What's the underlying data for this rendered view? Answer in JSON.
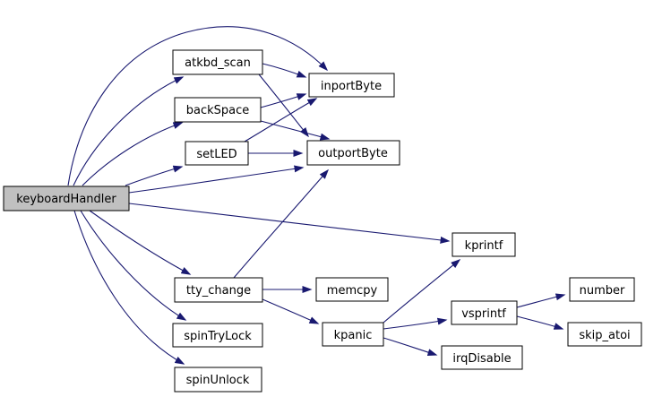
{
  "diagram": {
    "type": "call-graph",
    "root": "keyboardHandler",
    "colors": {
      "edge": "#191970",
      "node_fill": "#ffffff",
      "node_border": "#000000",
      "root_node_fill": "#c0c0c0",
      "text": "#000000",
      "background": "#ffffff"
    },
    "nodes": {
      "keyboardHandler": {
        "label": "keyboardHandler"
      },
      "atkbd_scan": {
        "label": "atkbd_scan"
      },
      "backSpace": {
        "label": "backSpace"
      },
      "setLED": {
        "label": "setLED"
      },
      "inportByte": {
        "label": "inportByte"
      },
      "outportByte": {
        "label": "outportByte"
      },
      "kprintf": {
        "label": "kprintf"
      },
      "tty_change": {
        "label": "tty_change"
      },
      "memcpy": {
        "label": "memcpy"
      },
      "spinTryLock": {
        "label": "spinTryLock"
      },
      "spinUnlock": {
        "label": "spinUnlock"
      },
      "kpanic": {
        "label": "kpanic"
      },
      "vsprintf": {
        "label": "vsprintf"
      },
      "irqDisable": {
        "label": "irqDisable"
      },
      "number": {
        "label": "number"
      },
      "skip_atoi": {
        "label": "skip_atoi"
      }
    },
    "edges": [
      {
        "from": "keyboardHandler",
        "to": "atkbd_scan"
      },
      {
        "from": "keyboardHandler",
        "to": "backSpace"
      },
      {
        "from": "keyboardHandler",
        "to": "setLED"
      },
      {
        "from": "keyboardHandler",
        "to": "inportByte"
      },
      {
        "from": "keyboardHandler",
        "to": "outportByte"
      },
      {
        "from": "keyboardHandler",
        "to": "kprintf"
      },
      {
        "from": "keyboardHandler",
        "to": "tty_change"
      },
      {
        "from": "keyboardHandler",
        "to": "spinTryLock"
      },
      {
        "from": "keyboardHandler",
        "to": "spinUnlock"
      },
      {
        "from": "atkbd_scan",
        "to": "inportByte"
      },
      {
        "from": "atkbd_scan",
        "to": "outportByte"
      },
      {
        "from": "backSpace",
        "to": "inportByte"
      },
      {
        "from": "backSpace",
        "to": "outportByte"
      },
      {
        "from": "setLED",
        "to": "inportByte"
      },
      {
        "from": "setLED",
        "to": "outportByte"
      },
      {
        "from": "tty_change",
        "to": "memcpy"
      },
      {
        "from": "tty_change",
        "to": "outportByte"
      },
      {
        "from": "tty_change",
        "to": "kpanic"
      },
      {
        "from": "kpanic",
        "to": "kprintf"
      },
      {
        "from": "kpanic",
        "to": "vsprintf"
      },
      {
        "from": "kpanic",
        "to": "irqDisable"
      },
      {
        "from": "vsprintf",
        "to": "number"
      },
      {
        "from": "vsprintf",
        "to": "skip_atoi"
      }
    ]
  }
}
